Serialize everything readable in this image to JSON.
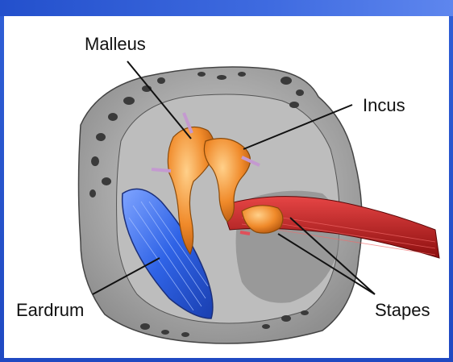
{
  "labels": {
    "malleus": "Malleus",
    "incus": "Incus",
    "eardrum": "Eardrum",
    "stapes": "Stapes"
  },
  "colors": {
    "background": "#2a52c9",
    "bone": "#9a9a9a",
    "eardrum": "#3b6ee8",
    "ossicles": "#f08a2a",
    "muscle": "#c81e1e"
  },
  "icons": [
    "ear-anatomy-illustration"
  ]
}
